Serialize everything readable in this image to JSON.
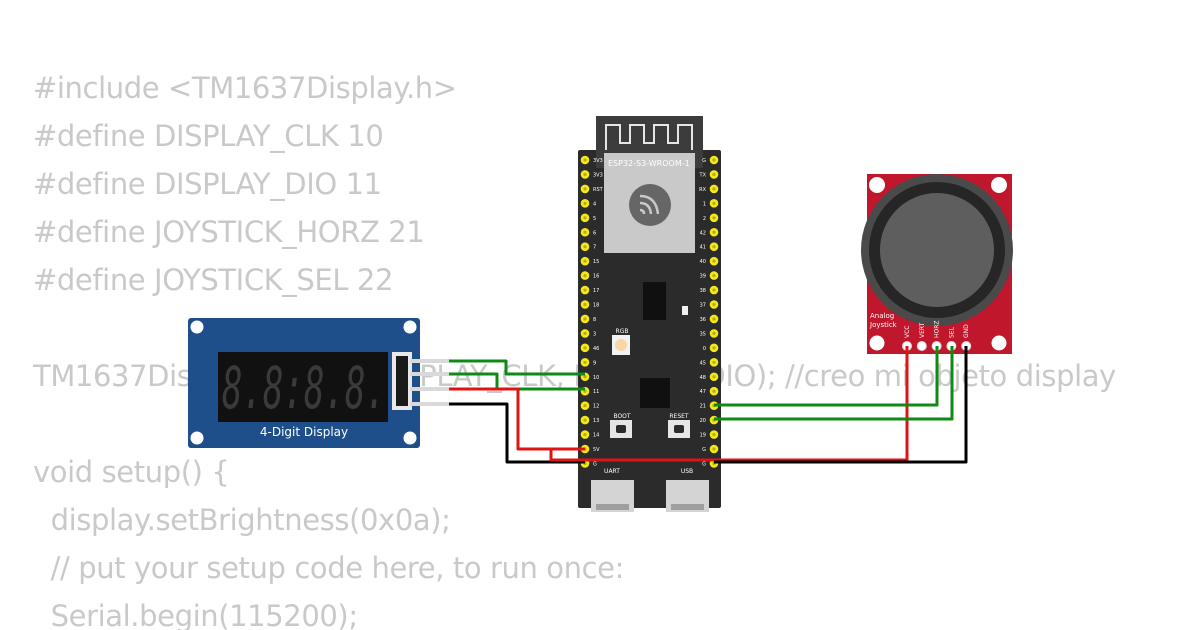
{
  "code_lines": [
    "#include <TM1637Display.h>",
    "#define DISPLAY_CLK 10",
    "#define DISPLAY_DIO 11",
    "#define JOYSTICK_HORZ 21",
    "#define JOYSTICK_SEL 22",
    "",
    "TM1637Display display(DISPLAY_CLK, DISPLAY_DIO); //creo mi objeto display",
    "",
    "void setup() {",
    "  display.setBrightness(0x0a);",
    "  // put your setup code here, to run once:",
    "  Serial.begin(115200);"
  ],
  "display_module": {
    "label": "4-Digit Display",
    "digits": "8.8:8.8."
  },
  "esp32": {
    "module_name": "ESP32-S3-WROOM-1",
    "rgb_label": "RGB",
    "boot_label": "BOOT",
    "reset_label": "RESET",
    "uart_label": "UART",
    "usb_label": "USB",
    "left_pins": [
      "3V3",
      "3V3",
      "RST",
      "4",
      "5",
      "6",
      "7",
      "15",
      "16",
      "17",
      "18",
      "8",
      "3",
      "46",
      "9",
      "10",
      "11",
      "12",
      "13",
      "14",
      "5V",
      "G"
    ],
    "right_pins": [
      "G",
      "TX",
      "RX",
      "1",
      "2",
      "42",
      "41",
      "40",
      "39",
      "38",
      "37",
      "36",
      "35",
      "0",
      "45",
      "48",
      "47",
      "21",
      "20",
      "19",
      "G",
      "G"
    ]
  },
  "joystick": {
    "label_line1": "Analog",
    "label_line2": "Joystick",
    "pins": [
      "VCC",
      "VERT",
      "HORZ",
      "SEL",
      "GND"
    ]
  },
  "colors": {
    "code_text": "#c9c9c9",
    "display_board": "#1f4f8a",
    "esp32_board": "#2b2b2b",
    "joystick_board": "#c0172d",
    "pin_header": "#f2e91a",
    "wire_green": "#0f8a14",
    "wire_red": "#e01313",
    "wire_black": "#000000",
    "wire_white": "#d9d9d9"
  }
}
